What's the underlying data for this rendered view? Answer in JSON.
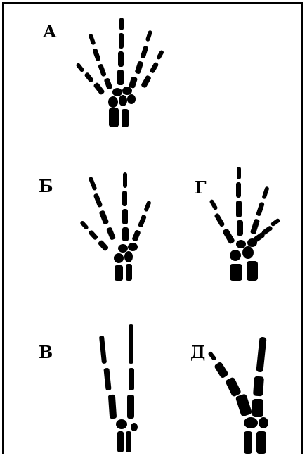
{
  "figure": {
    "panels": [
      {
        "label": "А"
      },
      {
        "label": "Б"
      },
      {
        "label": "Г"
      },
      {
        "label": "В"
      },
      {
        "label": "Д"
      }
    ]
  }
}
